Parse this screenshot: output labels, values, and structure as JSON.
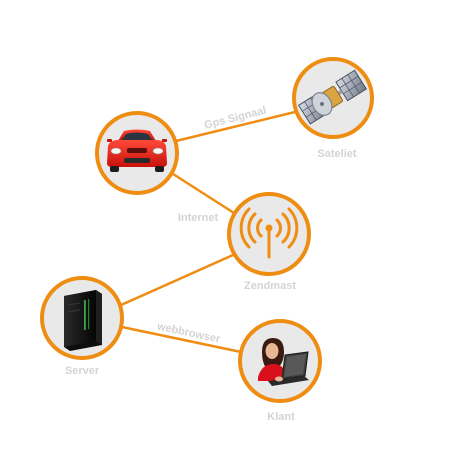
{
  "colors": {
    "accent": "#ef8c12",
    "node_fill": "#e9e9e9",
    "label": "#d4d4d4"
  },
  "nodes": {
    "satellite": {
      "label": "Sateliet",
      "icon": "satellite-icon"
    },
    "car": {
      "label": "",
      "icon": "car-icon"
    },
    "antenna": {
      "label": "Zendmast",
      "icon": "antenna-icon"
    },
    "server": {
      "label": "Server",
      "icon": "server-icon"
    },
    "client": {
      "label": "Klant",
      "icon": "laptop-user-icon"
    }
  },
  "edges": {
    "car_satellite": {
      "label": "Gps Signaal"
    },
    "car_antenna": {
      "label": "Internet"
    },
    "server_antenna": {
      "label": ""
    },
    "server_client": {
      "label": "webbrowser"
    }
  }
}
